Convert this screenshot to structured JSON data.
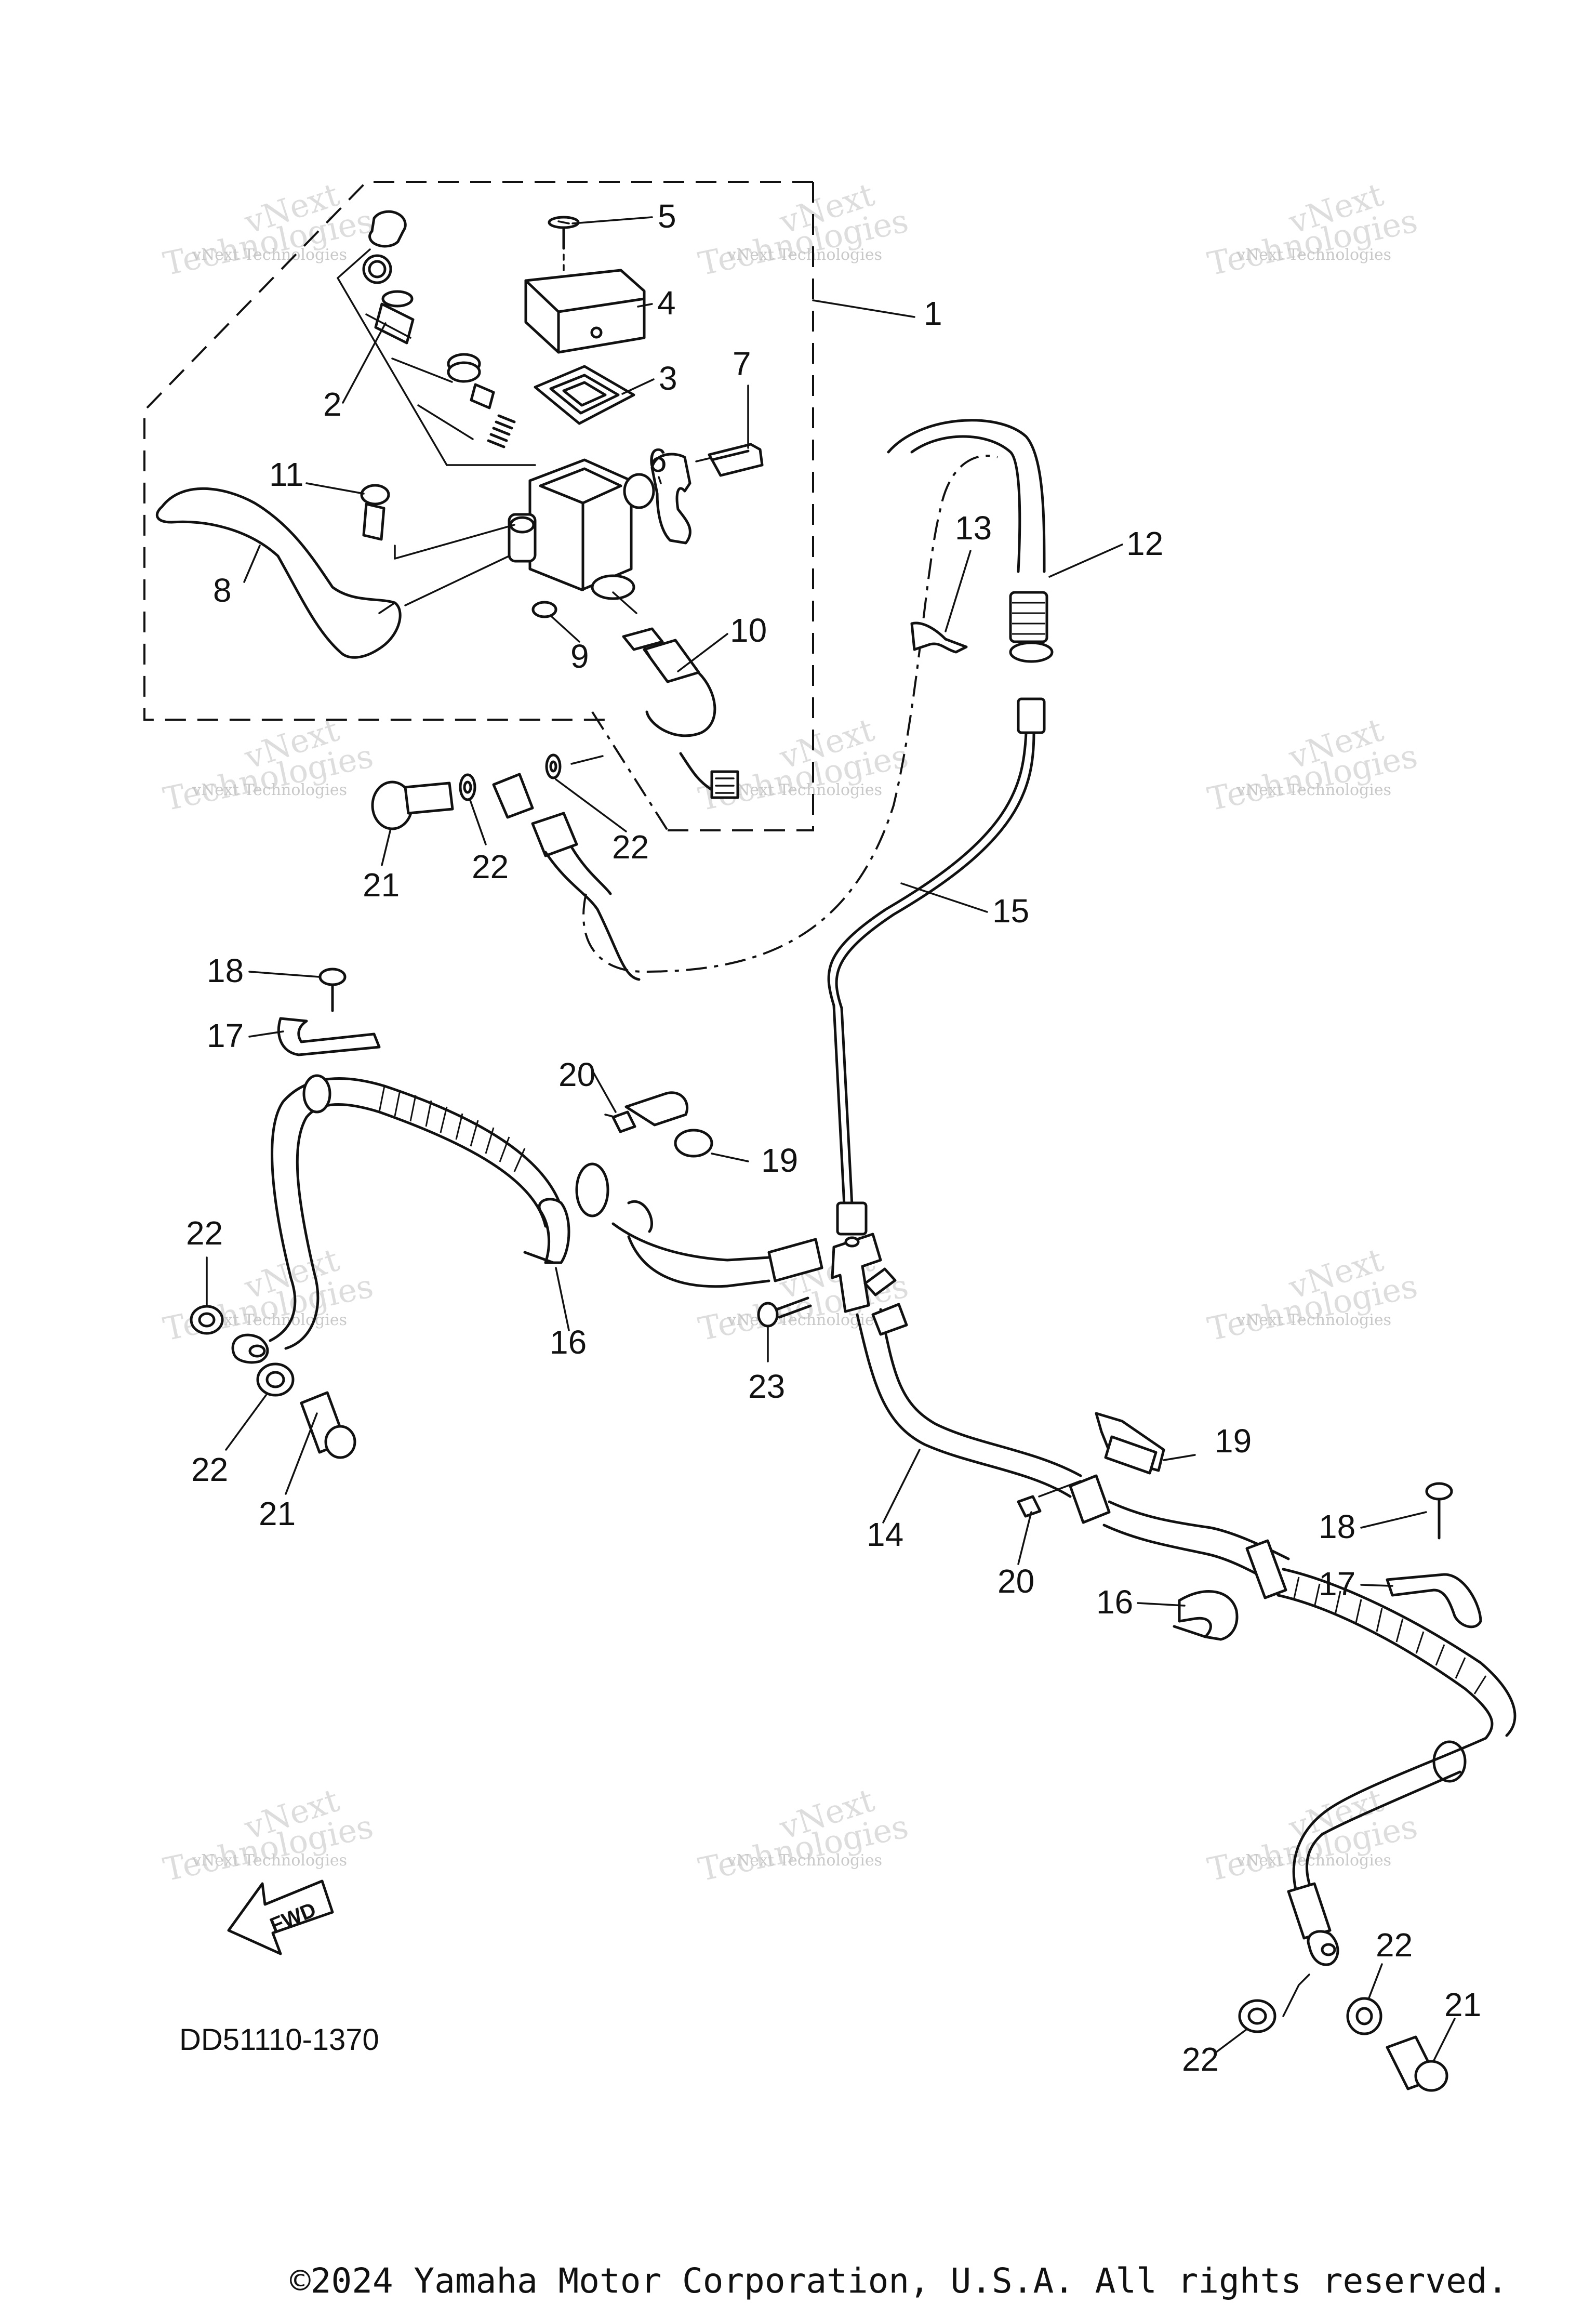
{
  "diagram": {
    "part_code": "DD51110-1370",
    "fwd_label": "FWD",
    "copyright": "©2024 Yamaha Motor Corporation, U.S.A. All rights reserved.",
    "watermark": {
      "line1": "vNext",
      "line2": "Technologies",
      "small": "vNext Technologies"
    },
    "callouts": [
      {
        "id": "c1",
        "label": "1"
      },
      {
        "id": "c2",
        "label": "2"
      },
      {
        "id": "c3",
        "label": "3"
      },
      {
        "id": "c4",
        "label": "4"
      },
      {
        "id": "c5",
        "label": "5"
      },
      {
        "id": "c6",
        "label": "6"
      },
      {
        "id": "c7",
        "label": "7"
      },
      {
        "id": "c8",
        "label": "8"
      },
      {
        "id": "c9",
        "label": "9"
      },
      {
        "id": "c10",
        "label": "10"
      },
      {
        "id": "c11",
        "label": "11"
      },
      {
        "id": "c12",
        "label": "12"
      },
      {
        "id": "c13",
        "label": "13"
      },
      {
        "id": "c14",
        "label": "14"
      },
      {
        "id": "c15",
        "label": "15"
      },
      {
        "id": "c16a",
        "label": "16"
      },
      {
        "id": "c16b",
        "label": "16"
      },
      {
        "id": "c17a",
        "label": "17"
      },
      {
        "id": "c17b",
        "label": "17"
      },
      {
        "id": "c18a",
        "label": "18"
      },
      {
        "id": "c18b",
        "label": "18"
      },
      {
        "id": "c19a",
        "label": "19"
      },
      {
        "id": "c19b",
        "label": "19"
      },
      {
        "id": "c20a",
        "label": "20"
      },
      {
        "id": "c20b",
        "label": "20"
      },
      {
        "id": "c21a",
        "label": "21"
      },
      {
        "id": "c21b",
        "label": "21"
      },
      {
        "id": "c21c",
        "label": "21"
      },
      {
        "id": "c22a",
        "label": "22"
      },
      {
        "id": "c22b",
        "label": "22"
      },
      {
        "id": "c22c",
        "label": "22"
      },
      {
        "id": "c22d",
        "label": "22"
      },
      {
        "id": "c22e",
        "label": "22"
      },
      {
        "id": "c22f",
        "label": "22"
      },
      {
        "id": "c23",
        "label": "23"
      }
    ]
  }
}
